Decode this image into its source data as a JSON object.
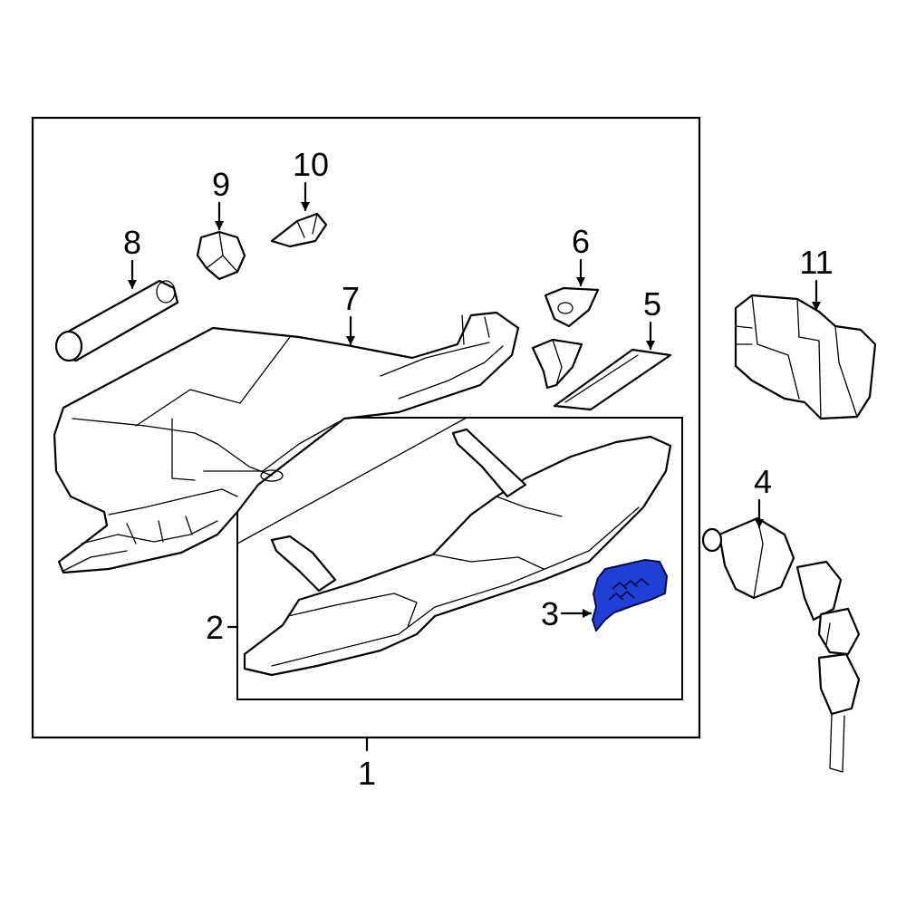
{
  "callouts": {
    "c1": "1",
    "c2": "2",
    "c3": "3",
    "c4": "4",
    "c5": "5",
    "c6": "6",
    "c7": "7",
    "c8": "8",
    "c9": "9",
    "c10": "10",
    "c11": "11"
  },
  "colors": {
    "highlight": "#1f3fd6",
    "highlight_dark": "#12288f",
    "line": "#000000",
    "background": "#ffffff"
  }
}
